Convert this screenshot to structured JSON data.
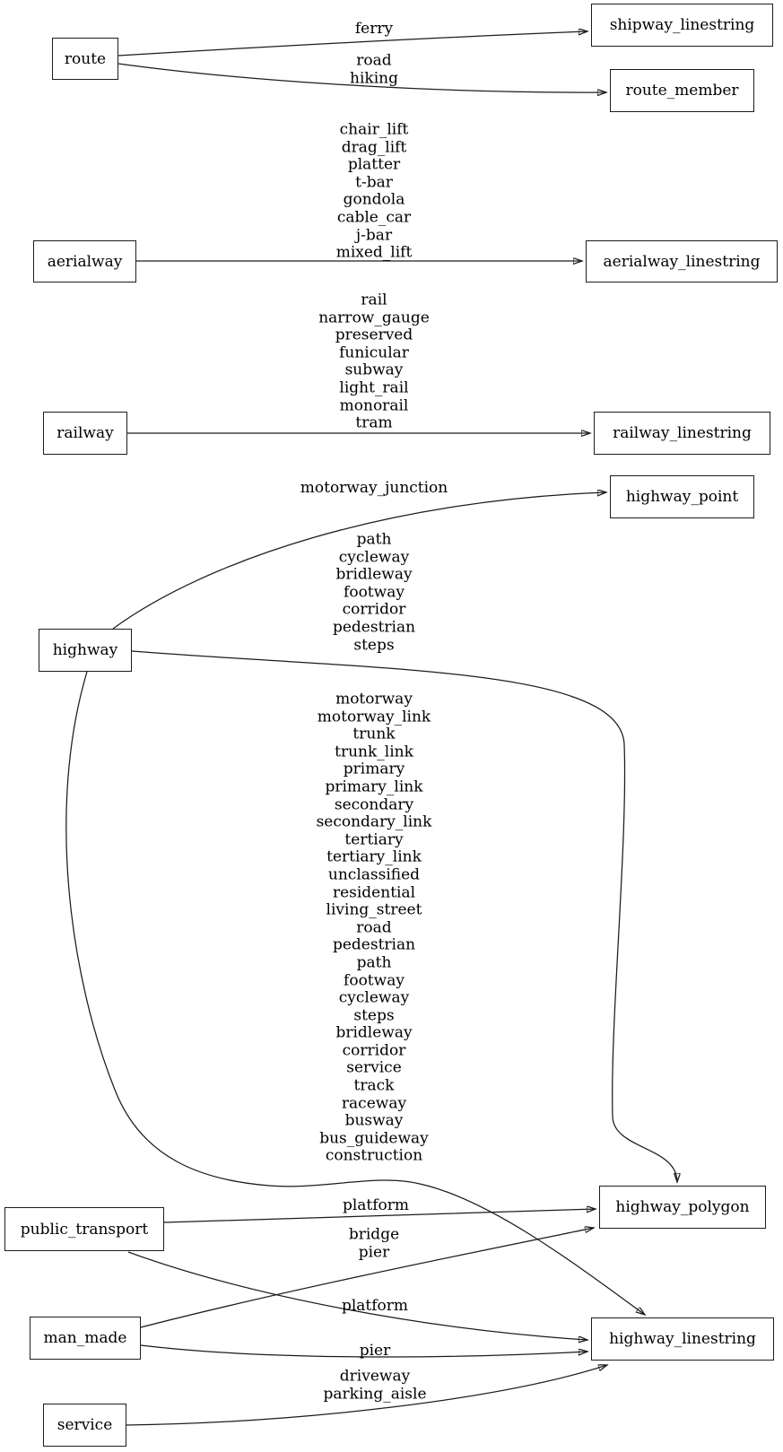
{
  "diagram": {
    "type": "graphviz-dependency-graph",
    "colors": {
      "stroke": "#1c1c1c",
      "background": "#ffffff",
      "box_fill": "#ffffff",
      "text": "#000000"
    },
    "nodes": [
      {
        "id": "route",
        "label": "route"
      },
      {
        "id": "shipway_linestring",
        "label": "shipway_linestring"
      },
      {
        "id": "route_member",
        "label": "route_member"
      },
      {
        "id": "aerialway",
        "label": "aerialway"
      },
      {
        "id": "aerialway_linestring",
        "label": "aerialway_linestring"
      },
      {
        "id": "railway",
        "label": "railway"
      },
      {
        "id": "railway_linestring",
        "label": "railway_linestring"
      },
      {
        "id": "highway",
        "label": "highway"
      },
      {
        "id": "highway_point",
        "label": "highway_point"
      },
      {
        "id": "highway_polygon",
        "label": "highway_polygon"
      },
      {
        "id": "public_transport",
        "label": "public_transport"
      },
      {
        "id": "man_made",
        "label": "man_made"
      },
      {
        "id": "highway_linestring",
        "label": "highway_linestring"
      },
      {
        "id": "service",
        "label": "service"
      }
    ],
    "edges": [
      {
        "from": "route",
        "to": "shipway_linestring",
        "label": "ferry"
      },
      {
        "from": "route",
        "to": "route_member",
        "label": "road\nhiking"
      },
      {
        "from": "aerialway",
        "to": "aerialway_linestring",
        "label": "chair_lift\ndrag_lift\nplatter\nt-bar\ngondola\ncable_car\nj-bar\nmixed_lift"
      },
      {
        "from": "railway",
        "to": "railway_linestring",
        "label": "rail\nnarrow_gauge\npreserved\nfunicular\nsubway\nlight_rail\nmonorail\ntram"
      },
      {
        "from": "highway",
        "to": "highway_point",
        "label": "motorway_junction"
      },
      {
        "from": "highway",
        "to": "highway_polygon",
        "label": "path\ncycleway\nbridleway\nfootway\ncorridor\npedestrian\nsteps"
      },
      {
        "from": "highway",
        "to": "highway_linestring",
        "label": "motorway\nmotorway_link\ntrunk\ntrunk_link\nprimary\nprimary_link\nsecondary\nsecondary_link\ntertiary\ntertiary_link\nunclassified\nresidential\nliving_street\nroad\npedestrian\npath\nfootway\ncycleway\nsteps\nbridleway\ncorridor\nservice\ntrack\nraceway\nbusway\nbus_guideway\nconstruction"
      },
      {
        "from": "public_transport",
        "to": "highway_polygon",
        "label": "platform"
      },
      {
        "from": "public_transport",
        "to": "highway_linestring",
        "label": "platform"
      },
      {
        "from": "man_made",
        "to": "highway_polygon",
        "label": "bridge\npier"
      },
      {
        "from": "man_made",
        "to": "highway_linestring",
        "label": "pier"
      },
      {
        "from": "service",
        "to": "highway_linestring",
        "label": "driveway\nparking_aisle"
      }
    ]
  }
}
